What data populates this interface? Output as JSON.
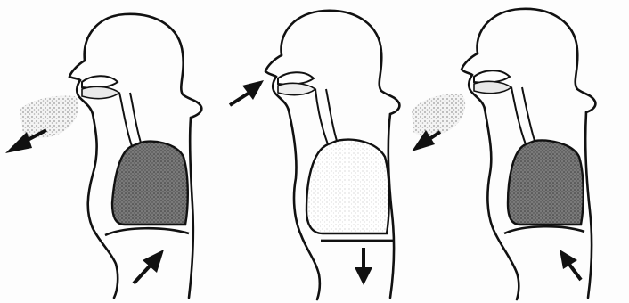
{
  "figure": {
    "panels": [
      {
        "id": "panel-1",
        "air_flow": "out",
        "diaphragm": "up",
        "lung_fill": "dense"
      },
      {
        "id": "panel-2",
        "air_flow": "in",
        "diaphragm": "down",
        "lung_fill": "light"
      },
      {
        "id": "panel-3",
        "air_flow": "out",
        "diaphragm": "up",
        "lung_fill": "dense"
      }
    ]
  },
  "colors": {
    "ink": "#111111",
    "lung_dense": "#6e6e6e",
    "lung_light": "#d6d6d6",
    "air_spray": "#a8a8a8",
    "paper": "#fdfdfd"
  },
  "icons": {
    "airflow_arrow": "arrow-icon",
    "diaphragm_arrow": "arrow-icon"
  }
}
